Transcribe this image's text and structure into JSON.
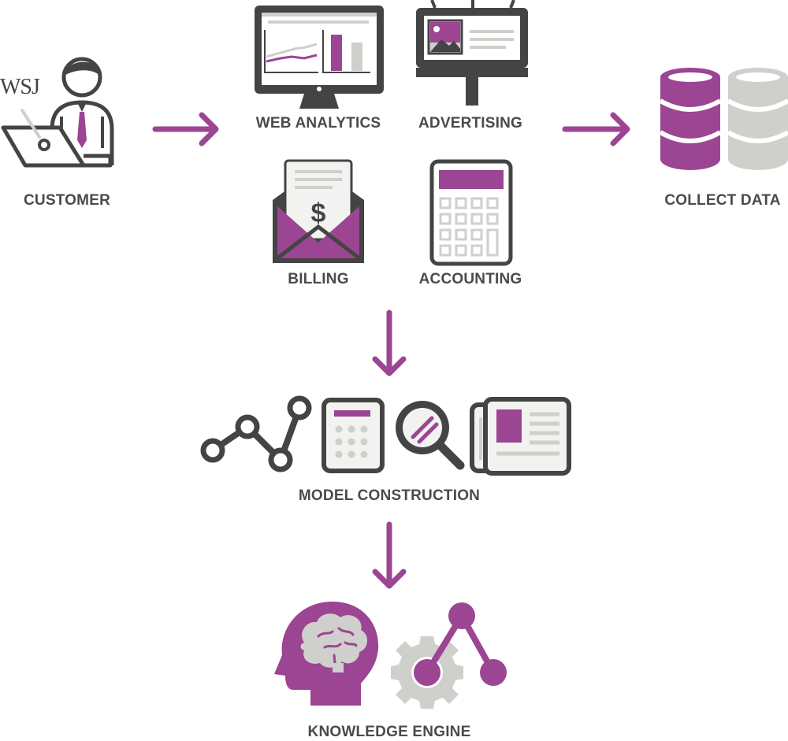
{
  "colors": {
    "dark": "#444444",
    "purple": "#9b4593",
    "light_gray": "#cfcfcc",
    "paper": "#f2f2f0",
    "white": "#ffffff"
  },
  "customer": {
    "label": "CUSTOMER",
    "logo_text": "WSJ",
    "icon": "person-at-laptop-icon"
  },
  "sources": [
    {
      "label": "WEB ANALYTICS",
      "icon": "monitor-chart-icon"
    },
    {
      "label": "ADVERTISING",
      "icon": "billboard-icon"
    },
    {
      "label": "BILLING",
      "icon": "envelope-invoice-icon"
    },
    {
      "label": "ACCOUNTING",
      "icon": "calculator-icon"
    }
  ],
  "collect": {
    "label": "COLLECT DATA",
    "icon": "databases-icon"
  },
  "model": {
    "label": "MODEL CONSTRUCTION",
    "icons": [
      "line-graph-icon",
      "calculator-icon",
      "magnifier-icon",
      "newspaper-icon"
    ]
  },
  "engine": {
    "label": "KNOWLEDGE ENGINE",
    "icons": [
      "brain-head-icon",
      "gear-network-icon"
    ]
  },
  "arrows": [
    "arrow-right",
    "arrow-right",
    "arrow-down",
    "arrow-down"
  ]
}
